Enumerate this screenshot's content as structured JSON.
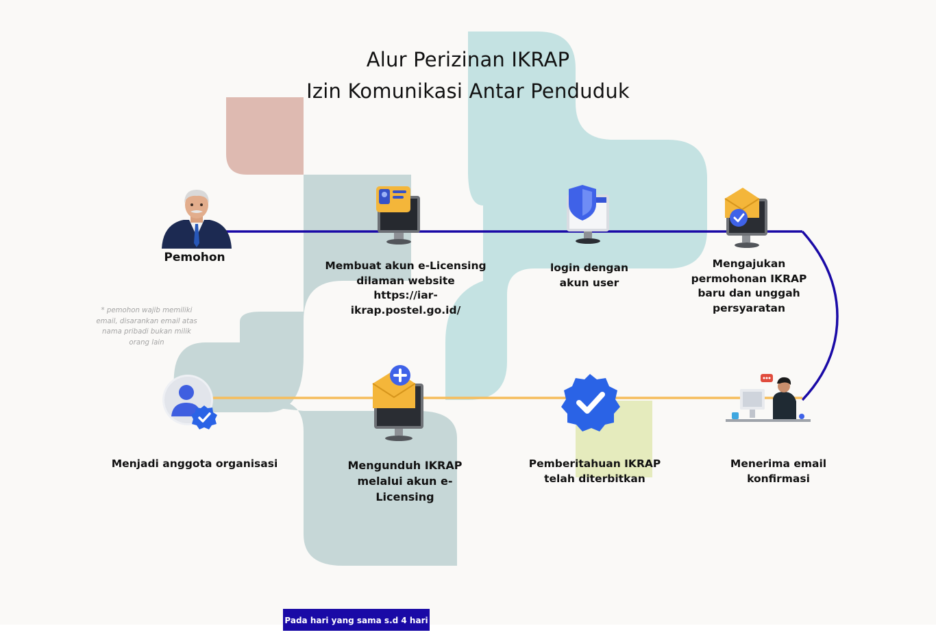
{
  "title": {
    "line1": "Alur Perizinan IKRAP",
    "line2": "Izin Komunikasi Antar Penduduk"
  },
  "steps": [
    {
      "id": "pemohon",
      "label": "Pemohon",
      "icon": "applicant-person-icon"
    },
    {
      "id": "buat-akun",
      "label": "Membuat akun e-Licensing dilaman website https://iar-ikrap.postel.go.id/",
      "icon": "computer-id-card-icon"
    },
    {
      "id": "login",
      "label": "login dengan akun user",
      "icon": "computer-shield-icon"
    },
    {
      "id": "mengajukan",
      "label": "Mengajukan permohonan IKRAP baru dan unggah persyaratan",
      "icon": "computer-mail-check-icon"
    },
    {
      "id": "menerima-email",
      "label": "Menerima email konfirmasi",
      "icon": "person-at-desk-icon"
    },
    {
      "id": "pemberitahuan",
      "label": "Pemberitahuan IKRAP telah diterbitkan",
      "icon": "verified-badge-icon"
    },
    {
      "id": "mengunduh",
      "label": "Mengunduh IKRAP melalui akun e-Licensing",
      "icon": "computer-mail-plus-icon"
    },
    {
      "id": "anggota",
      "label": "Menjadi anggota organisasi",
      "icon": "user-verified-icon"
    }
  ],
  "note": "* pemohon wajib memiliki email, disarankan email atas nama pribadi bukan milik orang lain",
  "badge": "Pada hari yang sama s.d 4 hari",
  "colors": {
    "top_line": "#1a0aa6",
    "bottom_line": "#f6bd5c",
    "badge_bg": "#1a0aa6",
    "shape_teal": "#c4e2e2",
    "shape_gray_teal": "#c6d7d7",
    "shape_rose": "#dcb6ad",
    "shape_lime": "#e5ebbd"
  }
}
